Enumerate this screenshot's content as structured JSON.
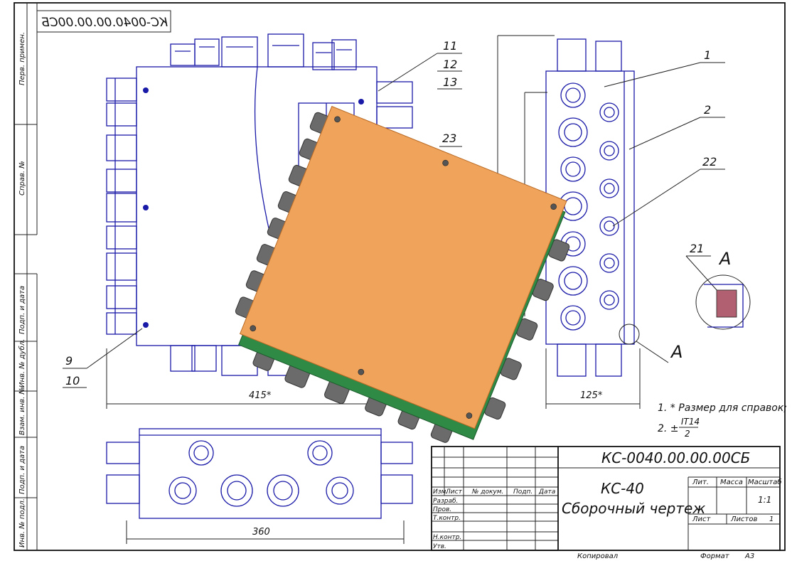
{
  "drawing": {
    "mirrored_code": "КС-0040.00.00.00СБ",
    "side_labels": [
      "Перв. примен.",
      "Справ. №",
      "Подп. и дата",
      "Инв. № дубл.",
      "Взам. инв. №",
      "Подп. и дата",
      "Инв. № подл."
    ],
    "callouts": [
      "1",
      "2",
      "22",
      "21",
      "23",
      "11",
      "12",
      "13",
      "9",
      "10"
    ],
    "section_label": "А",
    "dimensions": {
      "width_front": "415*",
      "width_side": "125*",
      "width_bottom": "360"
    },
    "notes": [
      "1. * Размер для справок;",
      "2. ±",
      "IT14",
      "2"
    ]
  },
  "title_block": {
    "code": "КС-0040.00.00.00СБ",
    "name_line1": "КС-40",
    "name_line2": "Сборочный чертеж",
    "col_headers": [
      "Изм.",
      "Лист",
      "№ докум.",
      "Подп.",
      "Дата"
    ],
    "row_labels": [
      "Разраб.",
      "Пров.",
      "Т.контр.",
      "",
      "Н.контр.",
      "Утв."
    ],
    "lit": "Лит.",
    "mass": "Масса",
    "scale_label": "Масштаб",
    "scale_value": "1:1",
    "sheet": "Лист",
    "sheets": "Листов",
    "sheets_value": "1",
    "copied": "Копировал",
    "format": "Формат",
    "format_value": "A3"
  },
  "colors": {
    "line_blue": "#1a1aa8",
    "lid_orange": "#f0a35a",
    "body_green": "#2f8a45",
    "gland_gray": "#6b6b6b"
  }
}
